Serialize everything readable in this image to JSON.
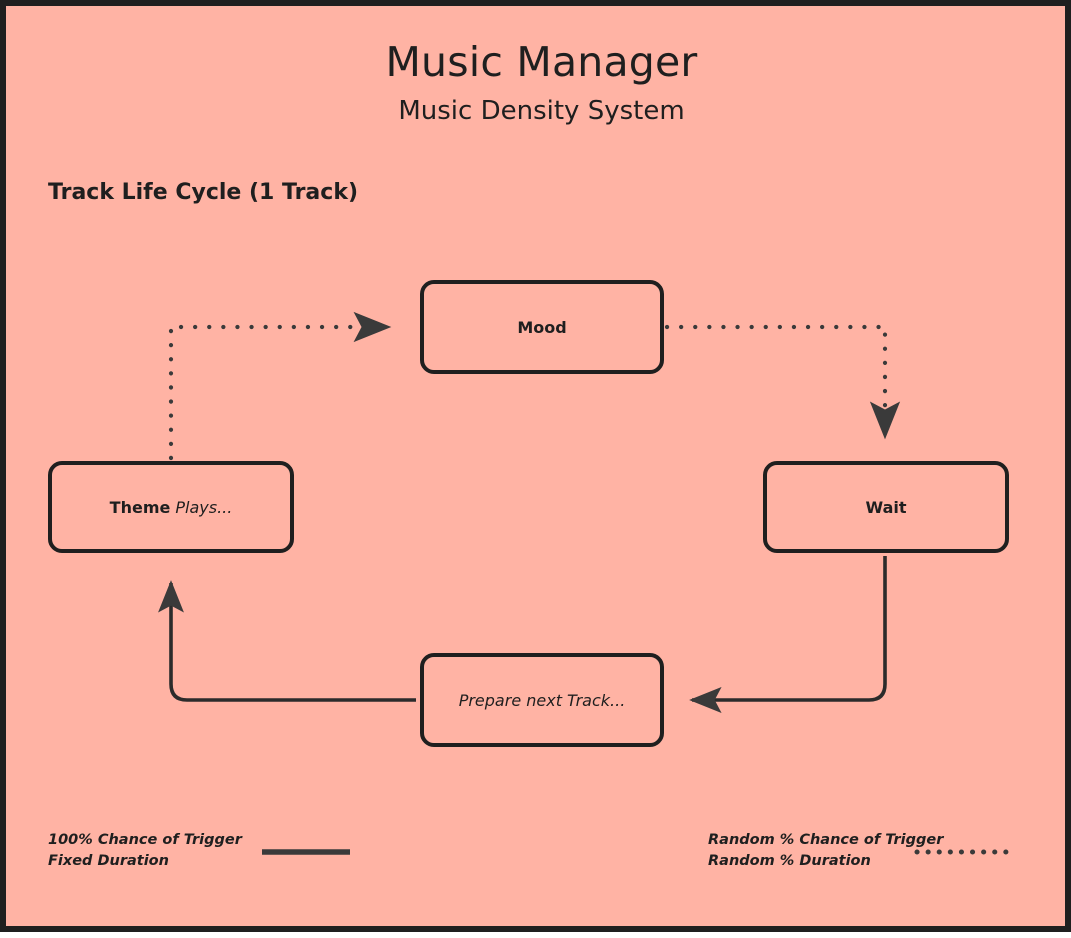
{
  "page": {
    "title": "Music Manager",
    "subtitle": "Music Density System",
    "section_heading": "Track Life Cycle (1 Track)",
    "background_color": "#ffb3a4",
    "ink_color": "#1f1f1f"
  },
  "diagram": {
    "nodes": [
      {
        "id": "mood",
        "label": "Mood",
        "label_bold": "Mood",
        "label_italic": "",
        "shape": "rounded-rect"
      },
      {
        "id": "theme",
        "label": "Theme Plays...",
        "label_bold": "Theme",
        "label_italic": "Plays...",
        "shape": "rounded-rect"
      },
      {
        "id": "wait",
        "label": "Wait",
        "label_bold": "Wait",
        "label_italic": "",
        "shape": "rounded-rect"
      },
      {
        "id": "prepare",
        "label": "Prepare next Track...",
        "label_bold": "",
        "label_italic": "Prepare next Track...",
        "shape": "rounded-rect"
      }
    ],
    "edges": [
      {
        "from": "theme",
        "to": "mood",
        "style": "dotted",
        "arrowhead": "triangle"
      },
      {
        "from": "mood",
        "to": "wait",
        "style": "dotted",
        "arrowhead": "triangle"
      },
      {
        "from": "wait",
        "to": "prepare",
        "style": "solid",
        "arrowhead": "triangle"
      },
      {
        "from": "prepare",
        "to": "theme",
        "style": "solid",
        "arrowhead": "triangle"
      }
    ]
  },
  "legend": {
    "solid": {
      "line1": "100% Chance of Trigger",
      "line2": "Fixed Duration",
      "sample": "solid-line-sample"
    },
    "dotted": {
      "line1": "Random % Chance of Trigger",
      "line2": "Random % Duration",
      "sample": "dotted-line-sample"
    }
  }
}
